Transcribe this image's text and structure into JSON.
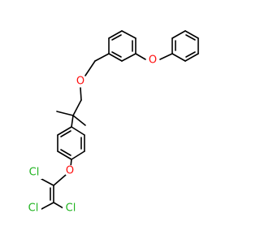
{
  "colors": {
    "background": "#ffffff",
    "bond": "#000000",
    "oxygen": "#ff0d0d",
    "chlorine": "#1fb31f"
  },
  "molecule": {
    "atoms": [
      {
        "id": "o_phenoxy",
        "element": "O",
        "label": "O"
      },
      {
        "id": "o_ether",
        "element": "O",
        "label": "O"
      },
      {
        "id": "o_vinyl",
        "element": "O",
        "label": "O"
      },
      {
        "id": "cl_1",
        "element": "Cl",
        "label": "Cl"
      },
      {
        "id": "cl_2",
        "element": "Cl",
        "label": "Cl"
      },
      {
        "id": "cl_3",
        "element": "Cl",
        "label": "Cl"
      }
    ]
  }
}
